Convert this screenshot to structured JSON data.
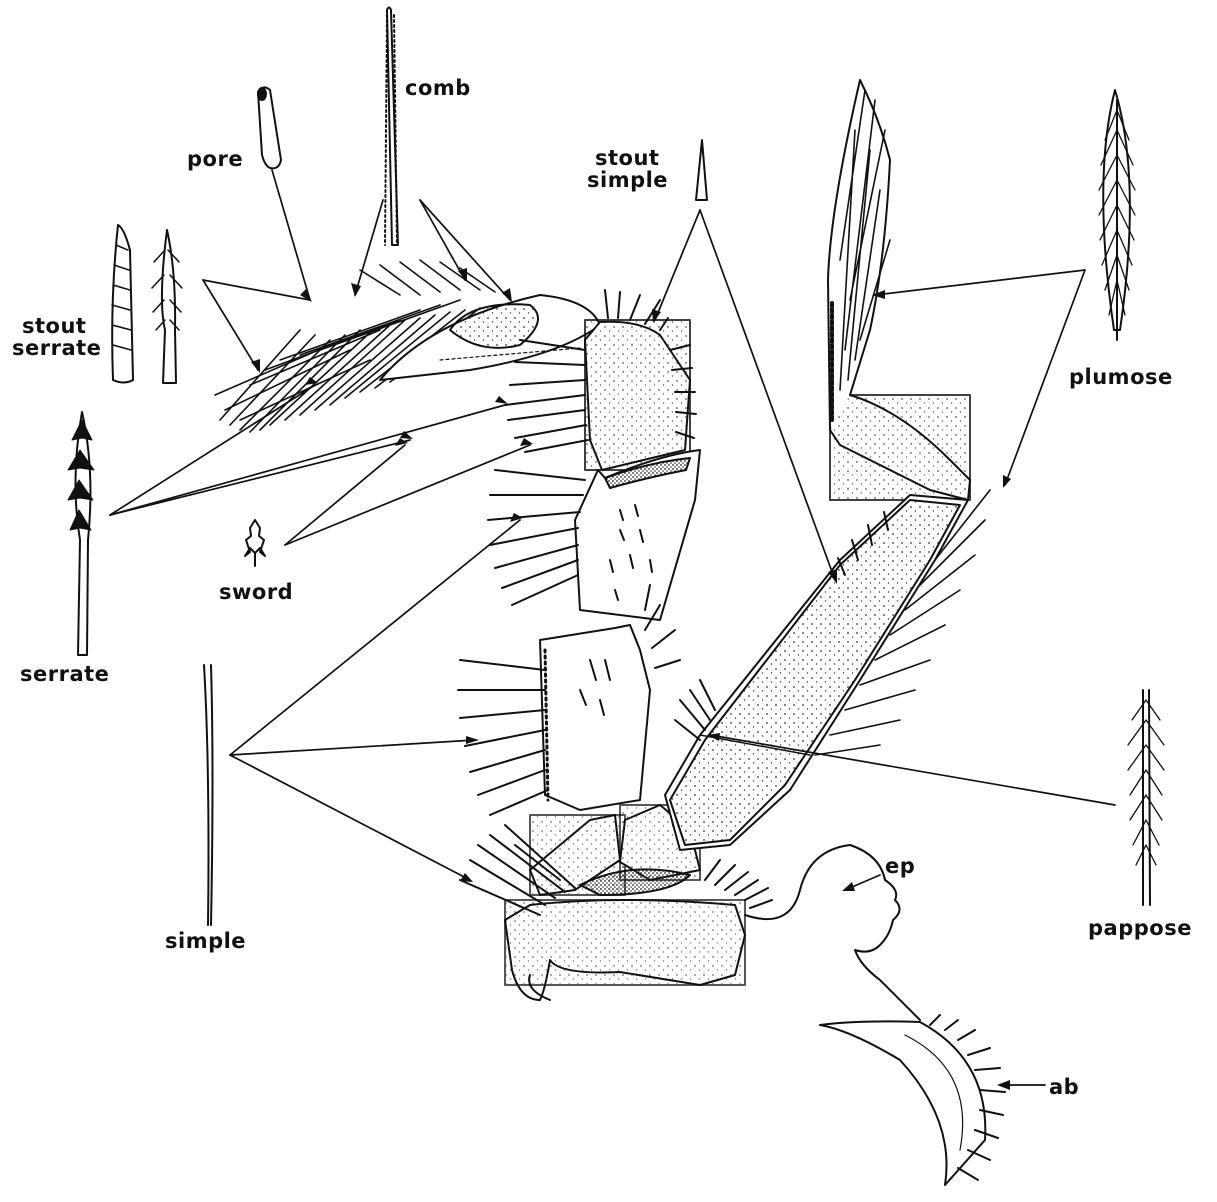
{
  "figure": {
    "labels": {
      "comb": "comb",
      "pore": "pore",
      "stout_simple_1": "stout",
      "stout_simple_2": "simple",
      "stout_serrate_1": "stout",
      "stout_serrate_2": "serrate",
      "plumose": "plumose",
      "sword": "sword",
      "serrate": "serrate",
      "simple": "simple",
      "pappose": "pappose",
      "ep": "ep",
      "ab": "ab"
    },
    "colors": {
      "ink": "#111111",
      "paper": "#ffffff",
      "stipple": "#444444"
    }
  }
}
